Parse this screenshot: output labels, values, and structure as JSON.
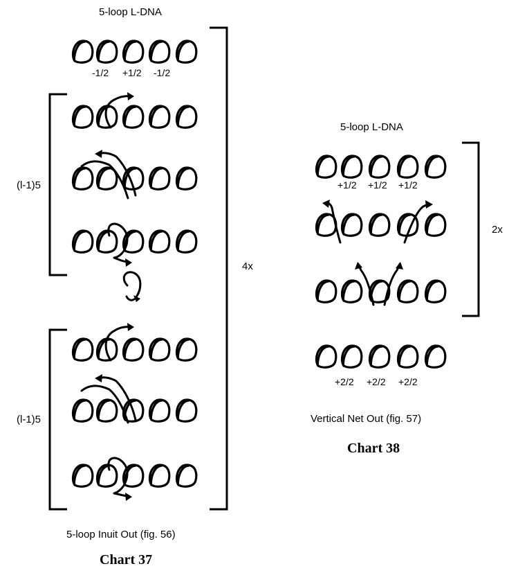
{
  "chart37": {
    "header": "5-loop L-DNA",
    "first_row_signs": [
      "-1/2",
      "+1/2",
      "-1/2"
    ],
    "bracket_label_top": "(l-1)5",
    "bracket_label_bottom": "(l-1)5",
    "outer_multiplier": "4x",
    "caption": "5-loop Inuit Out (fig. 56)",
    "title": "Chart 37"
  },
  "chart38": {
    "header": "5-loop L-DNA",
    "first_row_signs": [
      "+1/2",
      "+1/2",
      "+1/2"
    ],
    "last_row_signs": [
      "+2/2",
      "+2/2",
      "+2/2"
    ],
    "outer_multiplier": "2x",
    "caption": "Vertical Net Out (fig. 57)",
    "title": "Chart 38"
  }
}
